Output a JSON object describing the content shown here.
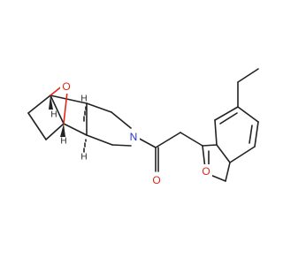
{
  "molecule": {
    "atoms": {
      "bridge_oxygen": "O",
      "ring_nitrogen": "N",
      "ketone_oxygen": "O",
      "furan_oxygen": "O"
    },
    "stereo_hydrogens": [
      "H",
      "H",
      "H",
      "H"
    ]
  },
  "colors": {
    "bond": "#222222",
    "oxygen": "#e0271a",
    "nitrogen": "#2233cc"
  }
}
